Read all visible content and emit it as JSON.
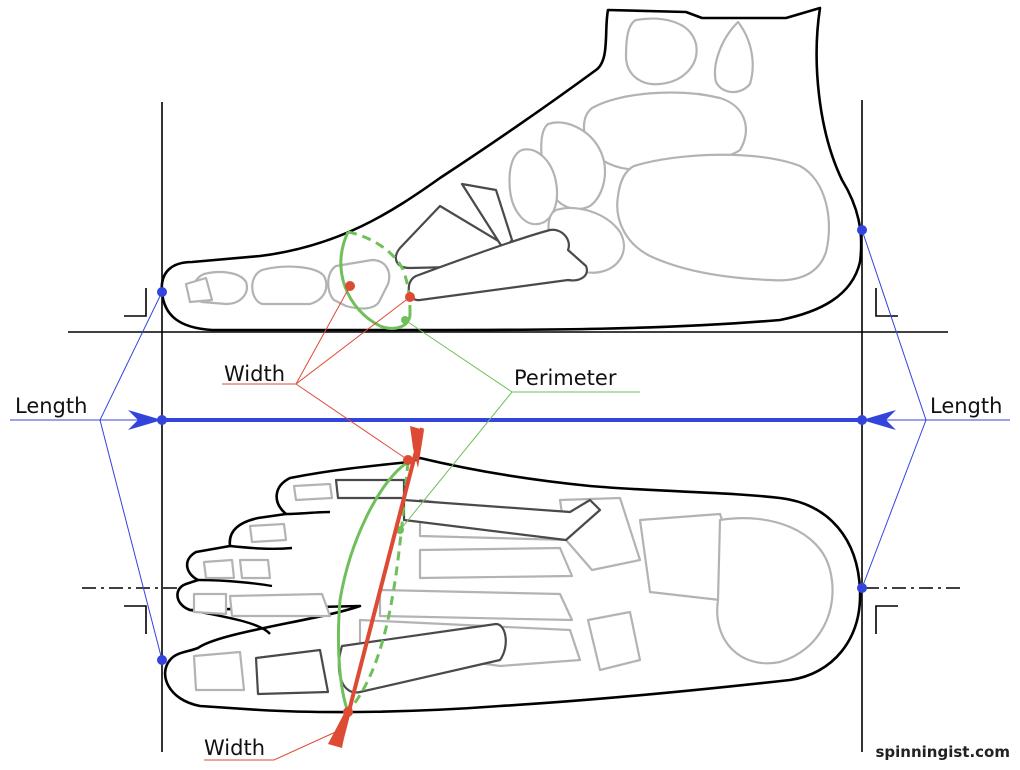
{
  "labels": {
    "width_top": "Width",
    "width_bottom": "Width",
    "perimeter": "Perimeter",
    "length_left": "Length",
    "length_right": "Length"
  },
  "watermark": "spinningist.com",
  "colors": {
    "length": "#3344dd",
    "width": "#dd4b35",
    "perimeter": "#6fbf5a",
    "outline": "#000000",
    "bone_light": "#b3b3b3",
    "bone_dark": "#4a4a4a"
  }
}
